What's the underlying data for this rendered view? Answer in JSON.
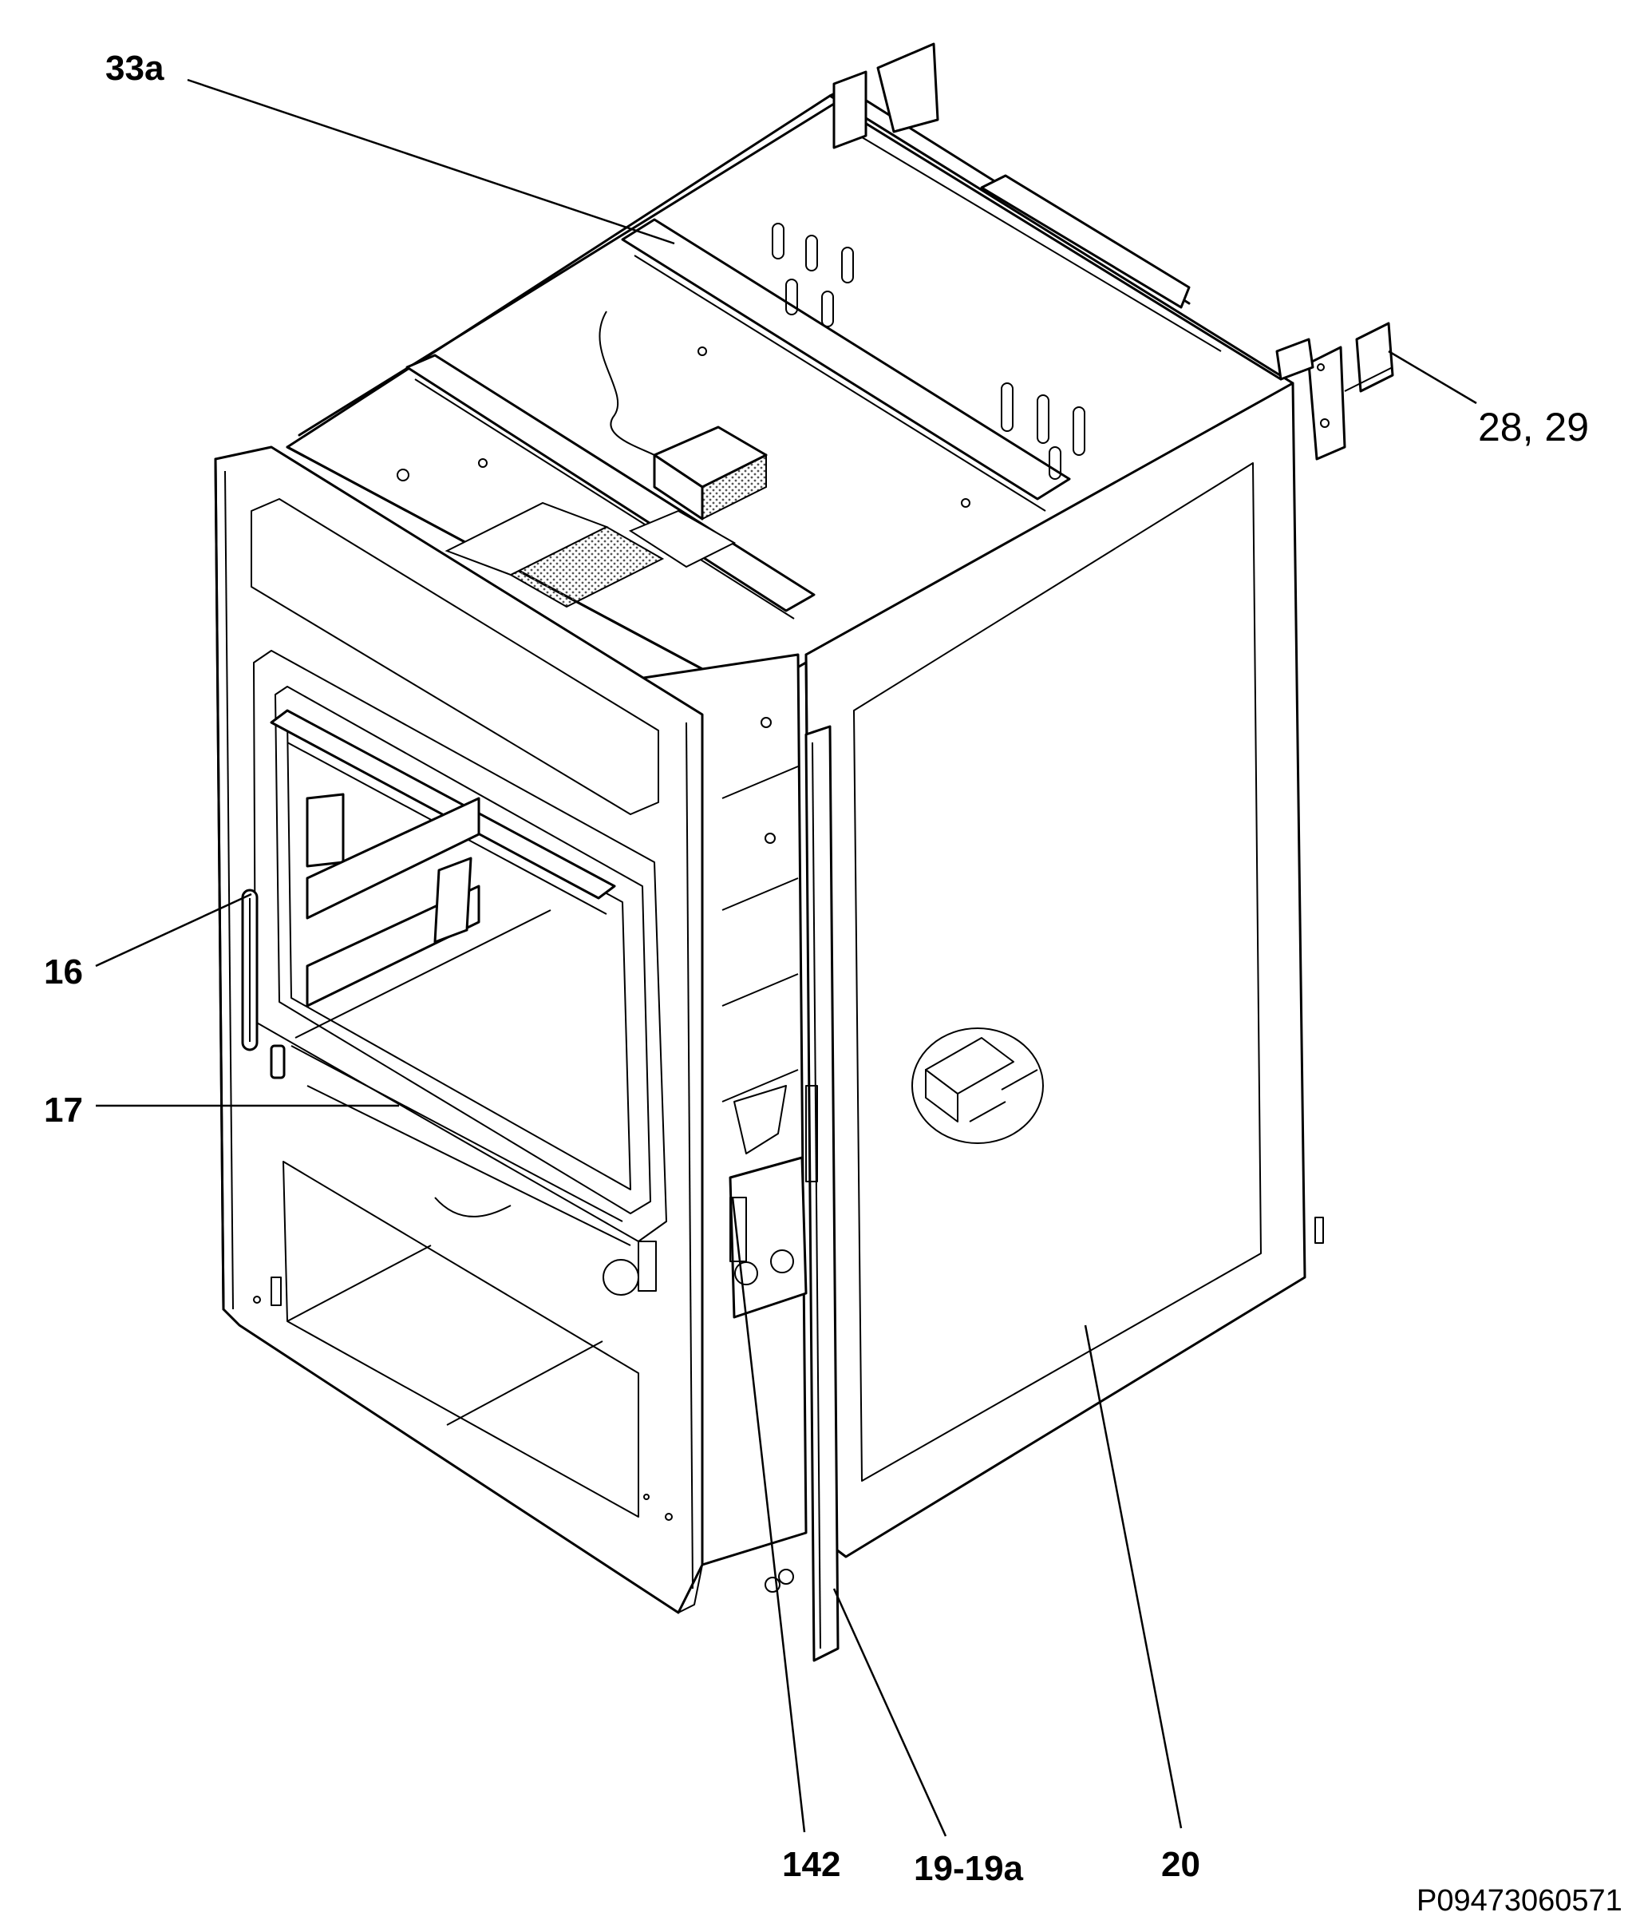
{
  "callouts": {
    "c33a": "33a",
    "c2829": "28, 29",
    "c16": "16",
    "c17": "17",
    "c142": "142",
    "c1919a": "19-19a",
    "c20": "20"
  },
  "drawing_code": "P09473060571",
  "colors": {
    "line": "#000000",
    "background": "#ffffff",
    "stipple": "#555555"
  }
}
